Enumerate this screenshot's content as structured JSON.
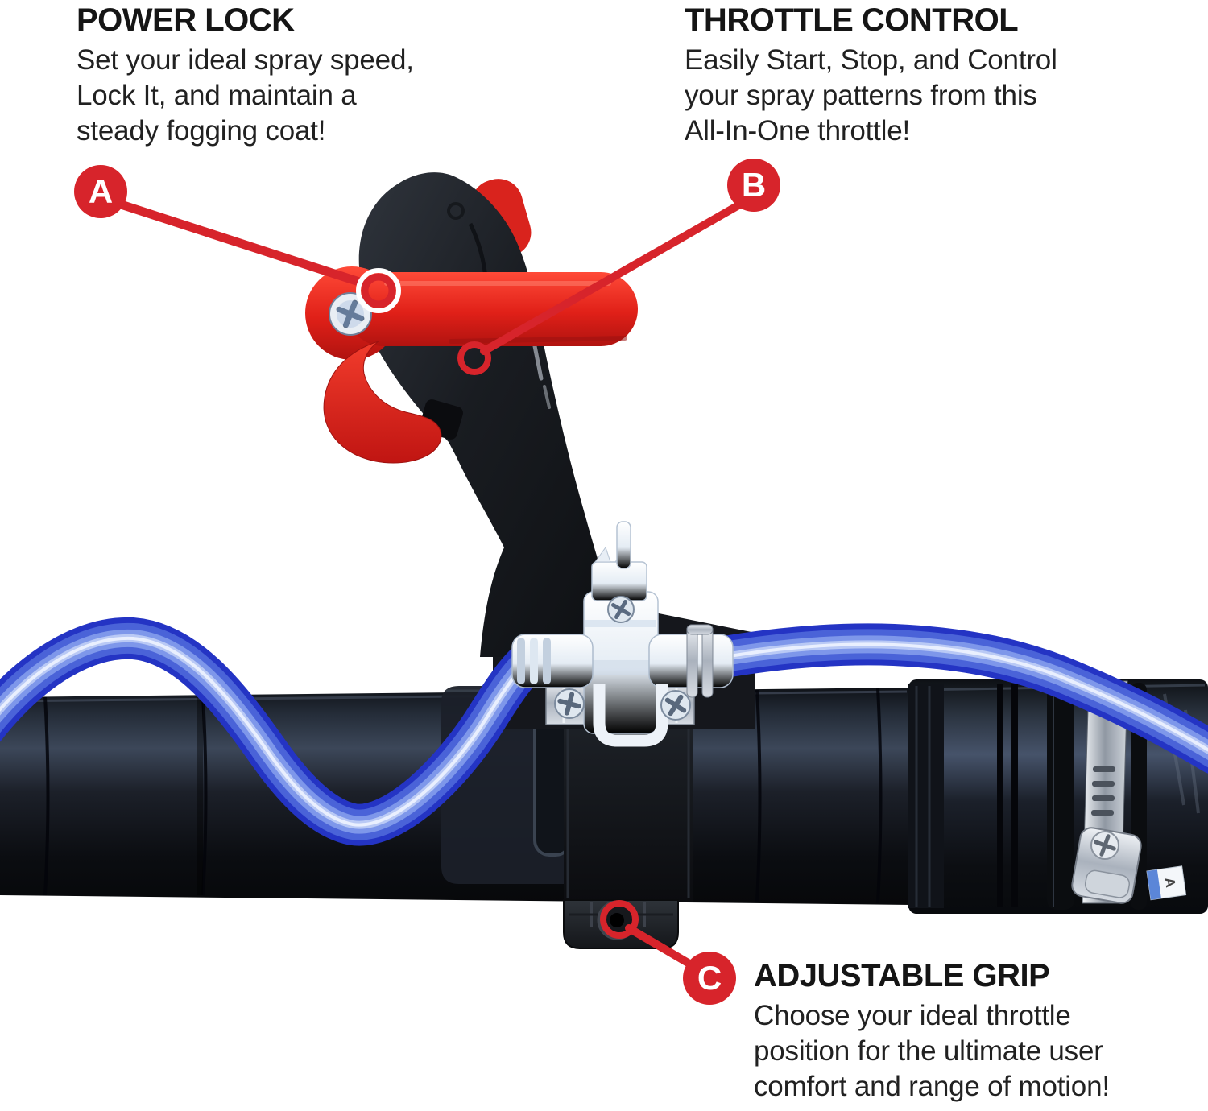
{
  "accent_color": "#d7242b",
  "product_red": "#e02523",
  "hose_color": "#2434c4",
  "callouts": {
    "a": {
      "letter": "A",
      "title": "POWER LOCK",
      "body": "Set your ideal spray speed,\nLock It, and maintain a\nsteady fogging coat!"
    },
    "b": {
      "letter": "B",
      "title": "THROTTLE CONTROL",
      "body": "Easily Start, Stop, and Control\nyour spray patterns from this\nAll-In-One throttle!"
    },
    "c": {
      "letter": "C",
      "title": "ADJUSTABLE GRIP",
      "body": "Choose your ideal throttle\nposition for the ultimate user\ncomfort and range of motion!"
    }
  },
  "product": {
    "label_text": "A"
  }
}
